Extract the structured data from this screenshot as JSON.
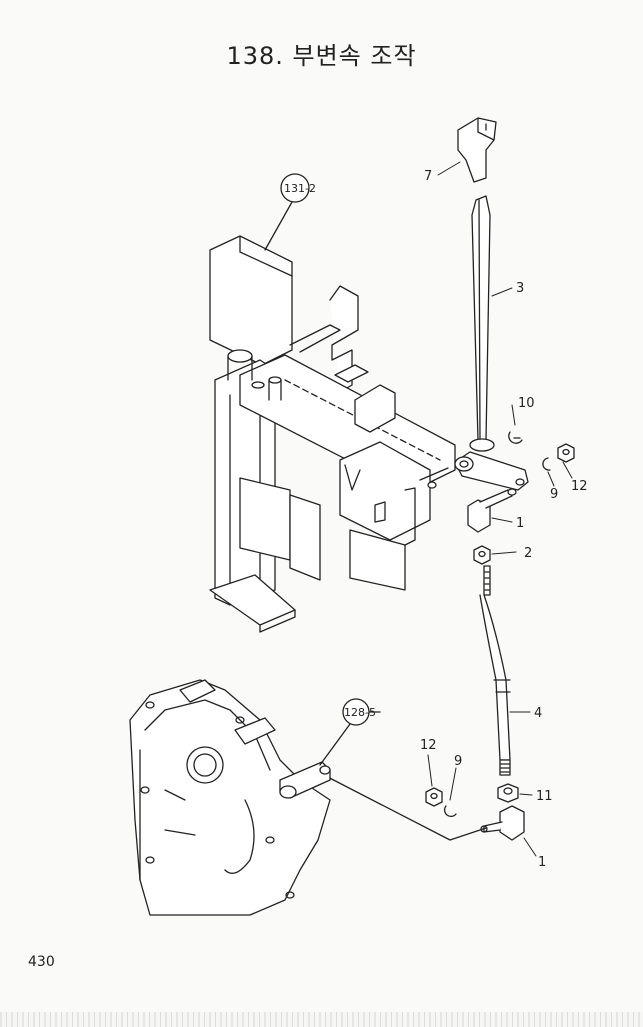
{
  "page": {
    "title": "138. 부변속 조작",
    "page_number": "430"
  },
  "references": {
    "ref_131": "131-2",
    "ref_128": "128-5"
  },
  "callouts": {
    "c7": "7",
    "c3": "3",
    "c10": "10",
    "c12a": "12",
    "c9a": "9",
    "c1a": "1",
    "c2": "2",
    "c4": "4",
    "c12b": "12",
    "c9b": "9",
    "c11": "11",
    "c1b": "1"
  }
}
